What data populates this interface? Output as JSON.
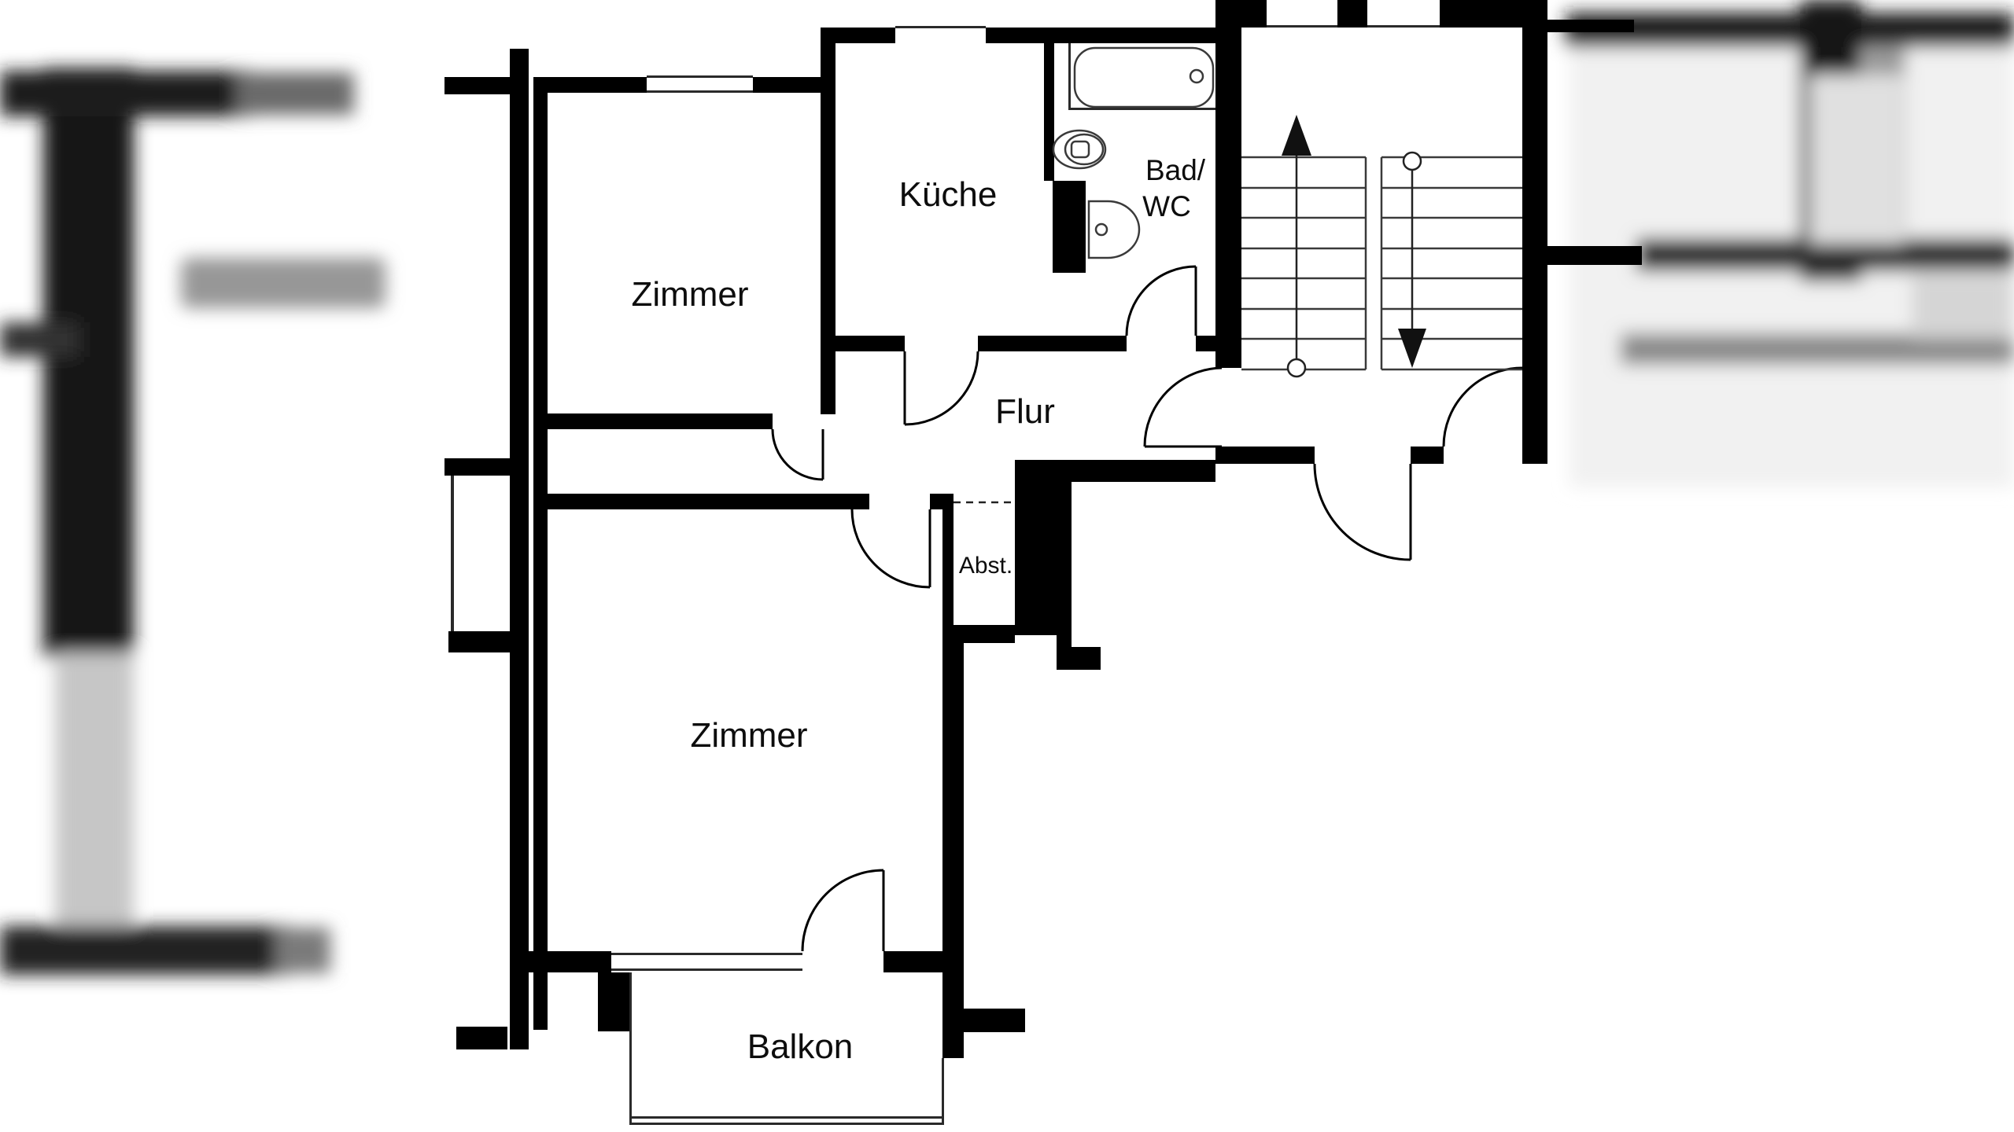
{
  "page": {
    "background": "#ffffff",
    "kind": "apartment-floor-plan"
  },
  "colors": {
    "wall": "#000000",
    "line": "#2a2a2a",
    "background": "#ffffff",
    "text": "#0d0d0d"
  },
  "floorplan": {
    "rooms": {
      "zimmer_upper": {
        "label": "Zimmer"
      },
      "kueche": {
        "label": "Küche"
      },
      "bad_wc": {
        "line1": "Bad/",
        "line2": "WC"
      },
      "flur": {
        "label": "Flur"
      },
      "abstellraum": {
        "label": "Abst."
      },
      "zimmer_lower": {
        "label": "Zimmer"
      },
      "balkon": {
        "label": "Balkon"
      }
    },
    "icons": {
      "stairs_up": "arrow-up-icon",
      "stairs_down": "arrow-down-icon",
      "bathtub": "bathtub-icon",
      "toilet": "toilet-icon",
      "sink": "sink-icon",
      "doors": "door-swing-arc-icon"
    }
  }
}
